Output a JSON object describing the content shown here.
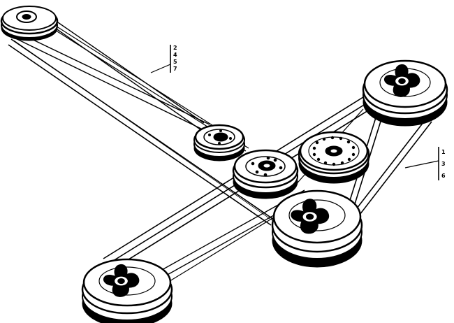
{
  "diagram": {
    "colors": {
      "line": "#000000",
      "background": "#ffffff"
    },
    "callouts": {
      "left": [
        "2",
        "4",
        "5",
        "7"
      ],
      "right": [
        "1",
        "3",
        "6"
      ]
    }
  }
}
